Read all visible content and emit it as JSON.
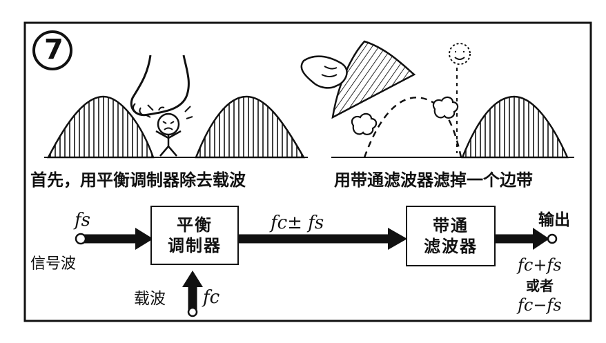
{
  "panel_number": "7",
  "captions": {
    "left": "首先，用平衡调制器除去载波",
    "right": "用带通滤波器滤掉一个边带"
  },
  "blocks": {
    "modulator": {
      "line1": "平衡",
      "line2": "调制器"
    },
    "filter": {
      "line1": "带通",
      "line2": "滤波器"
    }
  },
  "labels": {
    "signal_symbol": "fs",
    "signal_name": "信号波",
    "carrier_name": "载波",
    "carrier_symbol": "fc",
    "mid_signal": "fc± fs",
    "output": "输出",
    "out_upper": "fc+fs",
    "out_or": "或者",
    "out_lower": "fc−fs"
  },
  "colors": {
    "ink": "#111111",
    "paper": "#ffffff"
  }
}
